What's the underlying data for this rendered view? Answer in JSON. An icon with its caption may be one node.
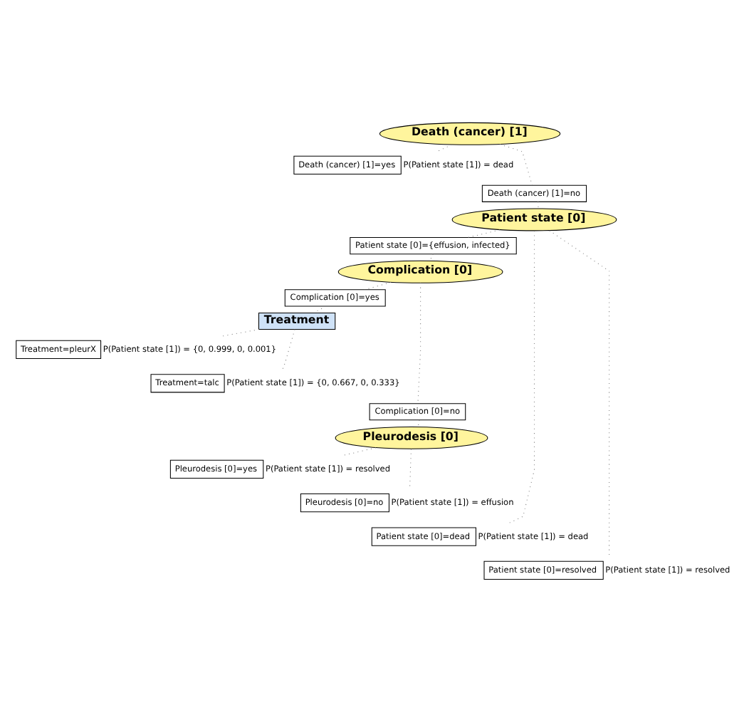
{
  "diagram": {
    "nodes": [
      {
        "text": [
          "Death (cancer) [1]"
        ]
      },
      {
        "text": [
          "Death (cancer) [1]=yes"
        ],
        "beside": [
          "P(Patient state [1]) = dead"
        ]
      },
      {
        "text": [
          "Death (cancer) [1]=no"
        ]
      },
      {
        "text": [
          "Patient state [0]"
        ]
      },
      {
        "text": [
          "Patient state [0]={effusion, infected}"
        ]
      },
      {
        "text": [
          "Complication [0]"
        ]
      },
      {
        "text": [
          "Complication [0]=yes"
        ]
      },
      {
        "text": [
          "Treatment"
        ]
      },
      {
        "text": [
          "Treatment=pleurX"
        ],
        "beside": [
          "P(Patient state [1]) = {0, 0.999, 0, 0.001}"
        ]
      },
      {
        "text": [
          "Treatment=talc"
        ],
        "beside": [
          "P(Patient state [1]) = {0, 0.667, 0, 0.333}"
        ]
      },
      {
        "text": [
          "Complication [0]=no"
        ]
      },
      {
        "text": [
          "Pleurodesis [0]"
        ]
      },
      {
        "text": [
          "Pleurodesis [0]=yes"
        ],
        "beside": [
          "P(Patient state [1]) = resolved"
        ]
      },
      {
        "text": [
          "Pleurodesis [0]=no"
        ],
        "beside": [
          "P(Patient state [1]) = effusion"
        ]
      },
      {
        "text": [
          "Patient state [0]=dead"
        ],
        "beside": [
          "P(Patient state [1]) = dead"
        ]
      },
      {
        "text": [
          "Patient state [0]=resolved"
        ],
        "beside": [
          "P(Patient state [1]) = resolved"
        ]
      }
    ],
    "edges": [
      {
        "from": 0,
        "to": 1,
        "arrow": "none"
      },
      {
        "from": 0,
        "to": 2,
        "arrow": "none"
      },
      {
        "from": 2,
        "to": 3,
        "arrow": "none"
      },
      {
        "from": 3,
        "to": 4,
        "arrow": "none"
      },
      {
        "from": 4,
        "to": 5,
        "arrow": "none"
      },
      {
        "from": 5,
        "to": 6,
        "arrow": "none"
      },
      {
        "from": 6,
        "to": 7,
        "arrow": "none"
      },
      {
        "from": 7,
        "to": 8,
        "arrow": "none"
      },
      {
        "from": 7,
        "to": 9,
        "arrow": "none"
      },
      {
        "from": 5,
        "to": 10,
        "arrow": "none"
      },
      {
        "from": 10,
        "to": 11,
        "arrow": "none"
      },
      {
        "from": 11,
        "to": 12,
        "arrow": "none"
      },
      {
        "from": 11,
        "to": 13,
        "arrow": "none"
      },
      {
        "from": 3,
        "to": 14,
        "arrow": "none"
      },
      {
        "from": 3,
        "to": 15,
        "arrow": "none"
      }
    ]
  }
}
